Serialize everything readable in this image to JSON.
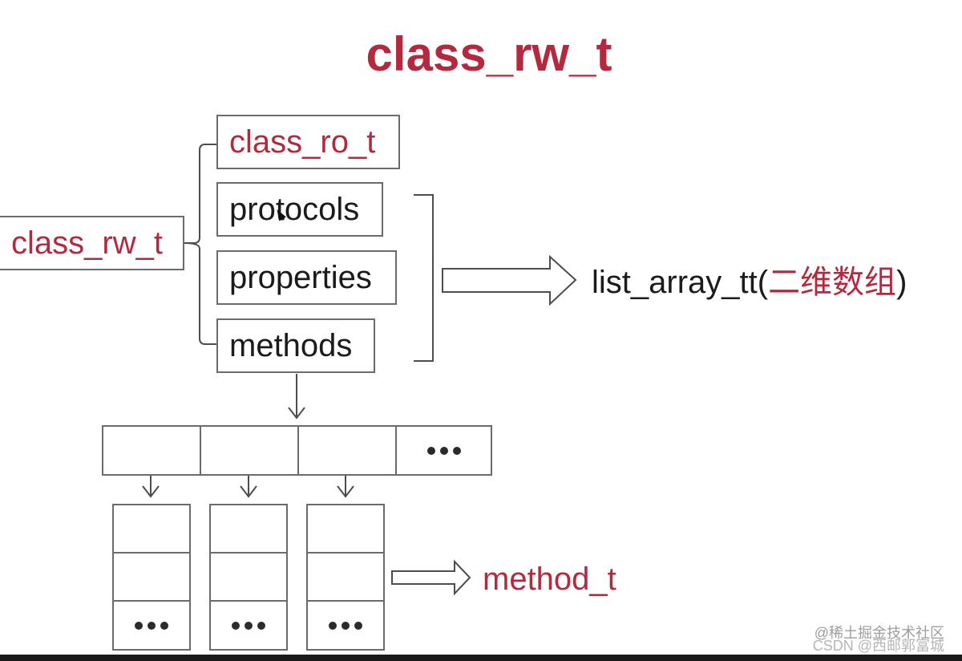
{
  "title": "class_rw_t",
  "colors": {
    "accent": "#b5293e",
    "text": "#1b1b1b",
    "border": "#6b6b6b"
  },
  "root_box": {
    "label": "class_rw_t"
  },
  "members": [
    {
      "label": "class_ro_t",
      "accent": true
    },
    {
      "label": "protocols",
      "accent": false
    },
    {
      "label": "properties",
      "accent": false
    },
    {
      "label": "methods",
      "accent": false
    }
  ],
  "list_array": {
    "prefix": "list_array_tt(",
    "highlight": "二维数组",
    "suffix": ")"
  },
  "outer_array": {
    "cells": 4,
    "last_cell_content": "ellipsis"
  },
  "inner_arrays": {
    "count": 3,
    "rows": 3,
    "last_row_content": "ellipsis"
  },
  "method_t": {
    "label": "method_t"
  },
  "watermark": {
    "line1": "@稀土掘金技术社区",
    "line2": "CSDN @西邮郭富城"
  }
}
